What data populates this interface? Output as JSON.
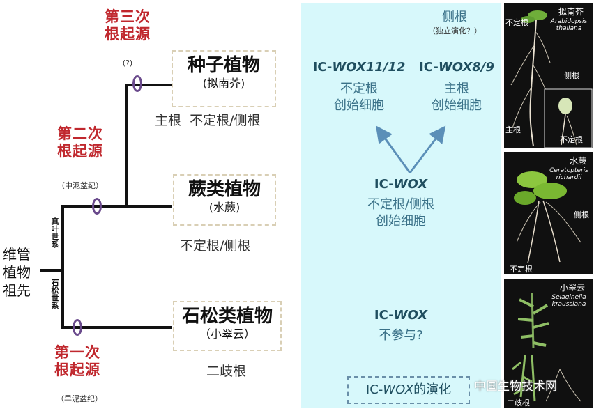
{
  "origins": {
    "third": {
      "line1": "第三次",
      "line2": "根起源",
      "era": "(?)"
    },
    "second": {
      "line1": "第二次",
      "line2": "根起源",
      "era": "（中泥盆纪）"
    },
    "first": {
      "line1": "第一次",
      "line2": "根起源",
      "era": "（早泥盆纪）"
    }
  },
  "ancestor": {
    "line1": "维管",
    "line2": "植物",
    "line3": "祖先"
  },
  "lineages": {
    "euphyllophyte": "真叶世系",
    "lycophyte": "石松世系"
  },
  "plants": {
    "seed": {
      "title": "种子植物",
      "sub": "(拟南芥)",
      "roots": "主根  不定根/侧根"
    },
    "fern": {
      "title": "蕨类植物",
      "sub": "(水蕨)",
      "roots": "不定根/侧根"
    },
    "lyco": {
      "title": "石松类植物",
      "sub": "（小翠云）",
      "roots": "二歧根"
    }
  },
  "panel": {
    "lateral_root": "侧根",
    "lateral_note": "（独立演化？）",
    "wox11_prefix": "IC-",
    "wox11_gene": "WOX11/12",
    "wox11_l1": "不定根",
    "wox11_l2": "创始细胞",
    "wox8_prefix": "IC-",
    "wox8_gene": "WOX8/9",
    "wox8_l1": "主根",
    "wox8_l2": "创始细胞",
    "fern_prefix": "IC-",
    "fern_gene": "WOX",
    "fern_l1": "不定根/侧根",
    "fern_l2": "创始细胞",
    "lyco_prefix": "IC-",
    "lyco_gene": "WOX",
    "lyco_l1": "不参与?",
    "evo_prefix": "IC-",
    "evo_gene": "WOX",
    "evo_suffix": "的演化"
  },
  "photos": {
    "arabidopsis": {
      "name": "拟南芥",
      "sci1": "Arabidopsis",
      "sci2": "thaliana",
      "adventitious": "不定根",
      "lateral": "侧根",
      "primary": "主根",
      "inset_adventitious": "不定根"
    },
    "ceratopteris": {
      "name": "水蕨",
      "sci1": "Ceratopteris",
      "sci2": "richardii",
      "lateral": "侧根",
      "adventitious": "不定根"
    },
    "selaginella": {
      "name": "小翠云",
      "sci1": "Selaginella",
      "sci2": "kraussiana",
      "dichotomous": "二歧根"
    }
  },
  "watermark": "中国生物技术网",
  "colors": {
    "origin_red": "#c0282e",
    "node_purple": "#6a4a8c",
    "panel_bg": "#d7f8fb",
    "panel_text": "#3a7188",
    "arrow_blue": "#5b8fb8"
  }
}
